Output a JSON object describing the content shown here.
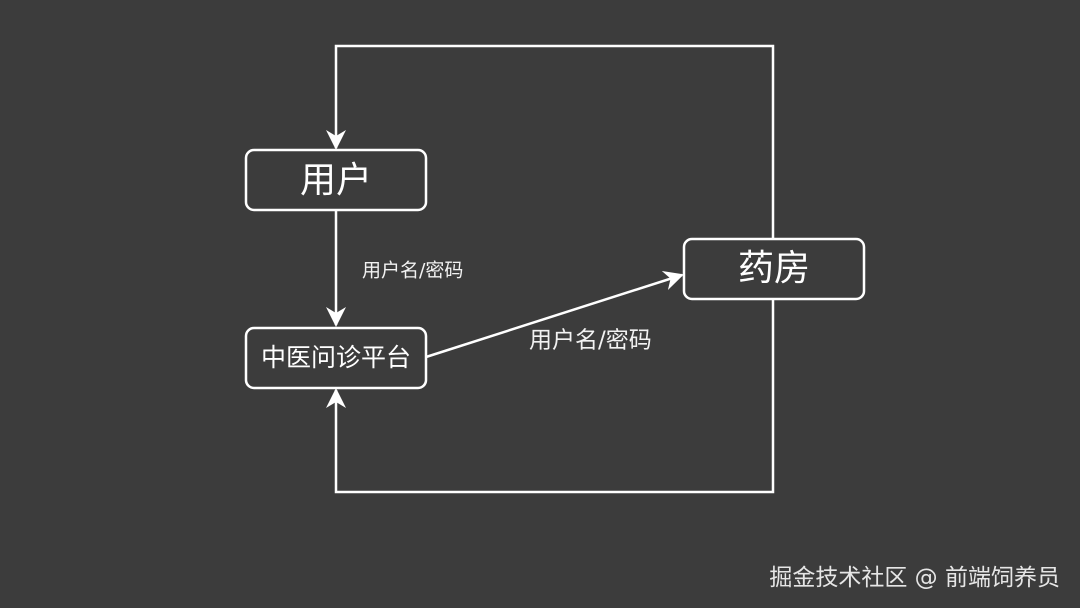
{
  "nodes": {
    "user": "用户",
    "platform": "中医问诊平台",
    "pharmacy": "药房"
  },
  "edges": {
    "user_to_platform": "用户名/密码",
    "platform_to_pharmacy": "用户名/密码"
  },
  "watermark": "掘金技术社区 @ 前端饲养员",
  "colors": {
    "background": "#3c3c3c",
    "stroke": "#ffffff",
    "text": "#ffffff"
  }
}
